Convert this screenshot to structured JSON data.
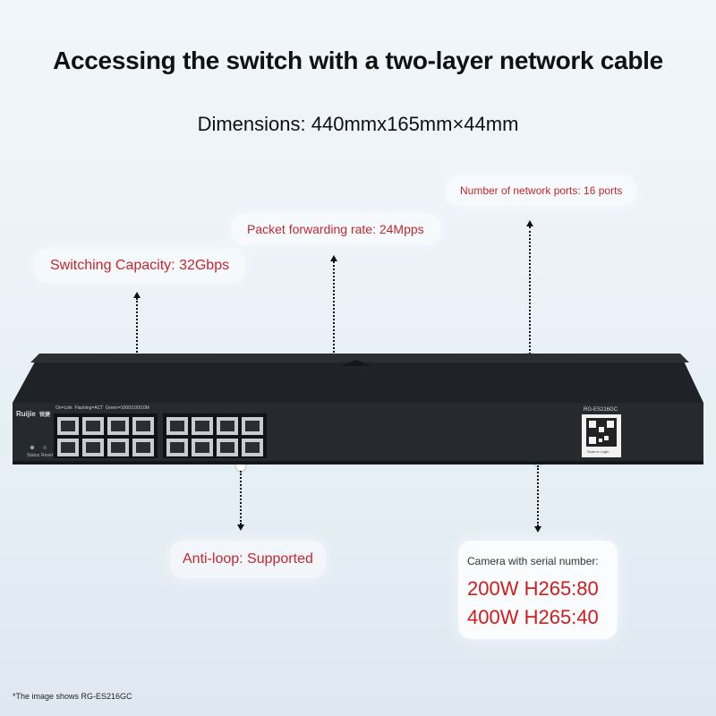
{
  "heading": "Accessing the switch with a two-layer network cable",
  "dimensions": "Dimensions: 440mmx165mm×44mm",
  "callouts": {
    "switching_capacity": "Switching Capacity: 32Gbps",
    "packet_forwarding": "Packet forwarding rate: 24Mpps",
    "network_ports": "Number of network ports: 16 ports",
    "anti_loop": "Anti-loop: Supported"
  },
  "camera": {
    "label": "Camera with serial number:",
    "line1": "200W H265:80",
    "line2": "400W H265:40"
  },
  "device": {
    "brand": "Ruijie",
    "brand_cn": "锐捷",
    "model": "RG-ES216GC",
    "led_legend": "On=Link  Flashing=ACT  Green=1000/100/10M",
    "status_label": "Status",
    "reset_label": "Reset",
    "qr_caption": "Scan to Login",
    "colors": {
      "body": "#1c1e22",
      "front": "#2a2d31",
      "port": "#c8ccd0"
    }
  },
  "footnote": "*The image shows RG-ES216GC"
}
